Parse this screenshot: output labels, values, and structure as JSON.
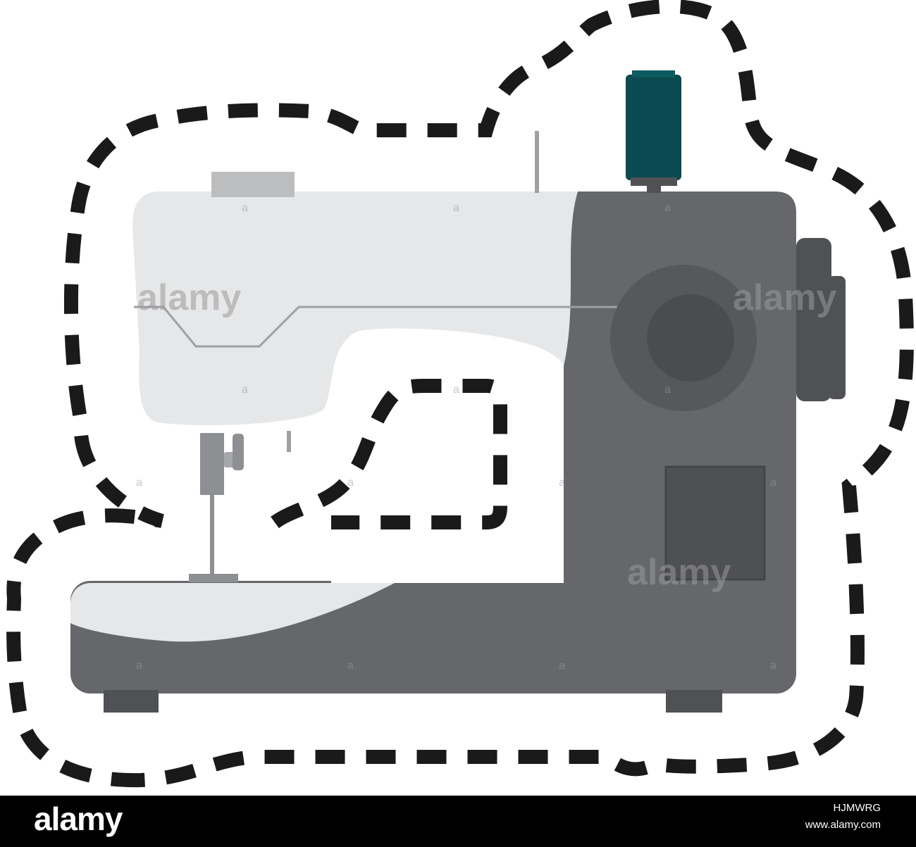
{
  "image": {
    "subject": "sewing-machine",
    "colors": {
      "background": "#ffffff",
      "body_light": "#e6e7e8",
      "body_dark": "#66676b",
      "accent_gray": "#bcbdbf",
      "spool": "#0b4a50",
      "stitch": "#1a1a1a",
      "handwheel": "#505154",
      "panel": "#4f5053",
      "feet": "#505154"
    },
    "icons": [
      "sewing-machine-icon",
      "thread-spool-icon",
      "dashed-stitch-line"
    ]
  },
  "watermarks": {
    "brand": "alamy",
    "small_mark": "a"
  },
  "footer": {
    "logo": "alamy",
    "image_id": "HJMWRG",
    "url": "www.alamy.com"
  }
}
